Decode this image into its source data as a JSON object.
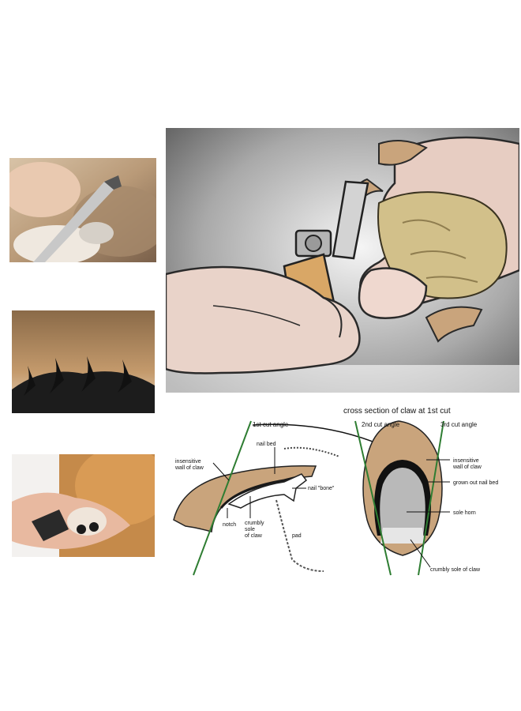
{
  "diagram": {
    "title": "cross section of claw at 1st cut",
    "side_view": {
      "cut_angle_1": "1st cut angle",
      "insensitive_wall_line1": "insensitive",
      "insensitive_wall_line2": "wall of claw",
      "nail_bed": "nail bed",
      "nail_bone": "nail \"bone\"",
      "notch": "notch",
      "crumbly_line1": "crumbly",
      "crumbly_line2": "sole",
      "crumbly_line3": "of claw",
      "pad": "pad"
    },
    "cross_section": {
      "cut_angle_2": "2nd cut angle",
      "cut_angle_3": "3rd cut angle",
      "insensitive_wall_line1": "insensitive",
      "insensitive_wall_line2": "wall of claw",
      "grown_out_nail_bed": "grown out nail bed",
      "sole_horn": "sole horn",
      "crumbly_sole": "crumbly sole of claw"
    },
    "colors": {
      "claw": "#c9a47c",
      "cut_line": "#2e7d32",
      "nail_bed": "#1a1a1a",
      "sole_horn": "#b9b9b9"
    }
  }
}
